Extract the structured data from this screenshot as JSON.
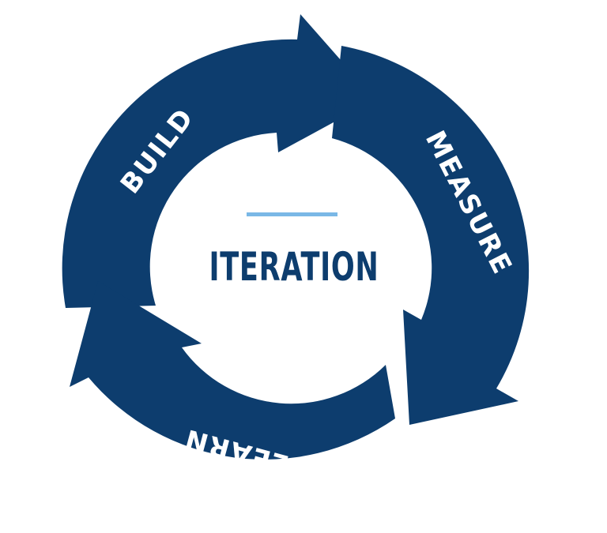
{
  "diagram": {
    "center_label": "ITERATION",
    "stages": [
      {
        "label": "BUILD"
      },
      {
        "label": "MEASURE"
      },
      {
        "label": "LEARN"
      }
    ],
    "colors": {
      "arrow": "#0d3d6e",
      "accent": "#7ab8e6",
      "background": "#ffffff"
    }
  }
}
